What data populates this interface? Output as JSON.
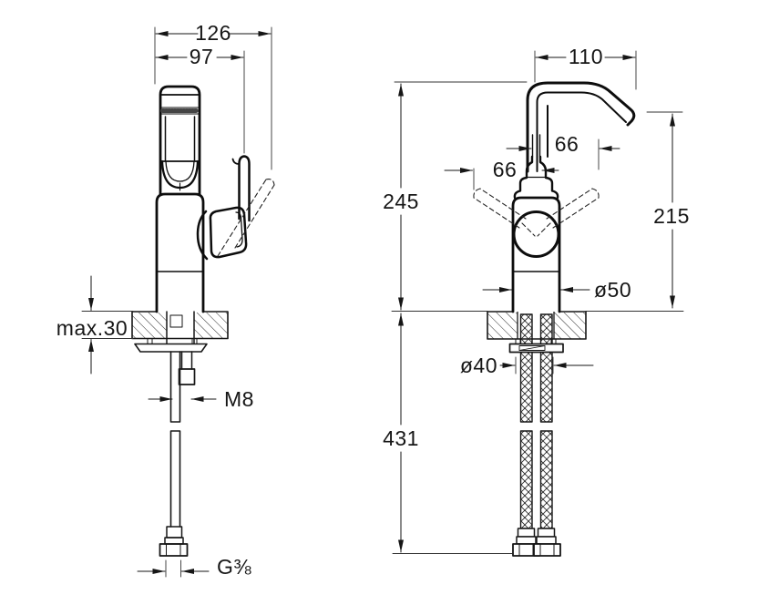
{
  "figure": {
    "type": "technical-dimension-drawing",
    "views": {
      "left": "side-view",
      "right": "front-view"
    }
  },
  "dimensions": {
    "left_view": {
      "overall_width": "126",
      "width_to_lever": "97",
      "deck_thickness": "max.30",
      "fixing_stud_thread": "M8",
      "hose_thread": "G⅜"
    },
    "right_view": {
      "spout_reach": "110",
      "overall_height": "245",
      "lever_swing_left": "66",
      "lever_swing_right": "66",
      "outlet_height": "215",
      "body_diameter": "ø50",
      "hole_diameter": "ø40",
      "below_deck_length": "431"
    }
  },
  "colors": {
    "line": "#161616",
    "background": "#ffffff"
  }
}
